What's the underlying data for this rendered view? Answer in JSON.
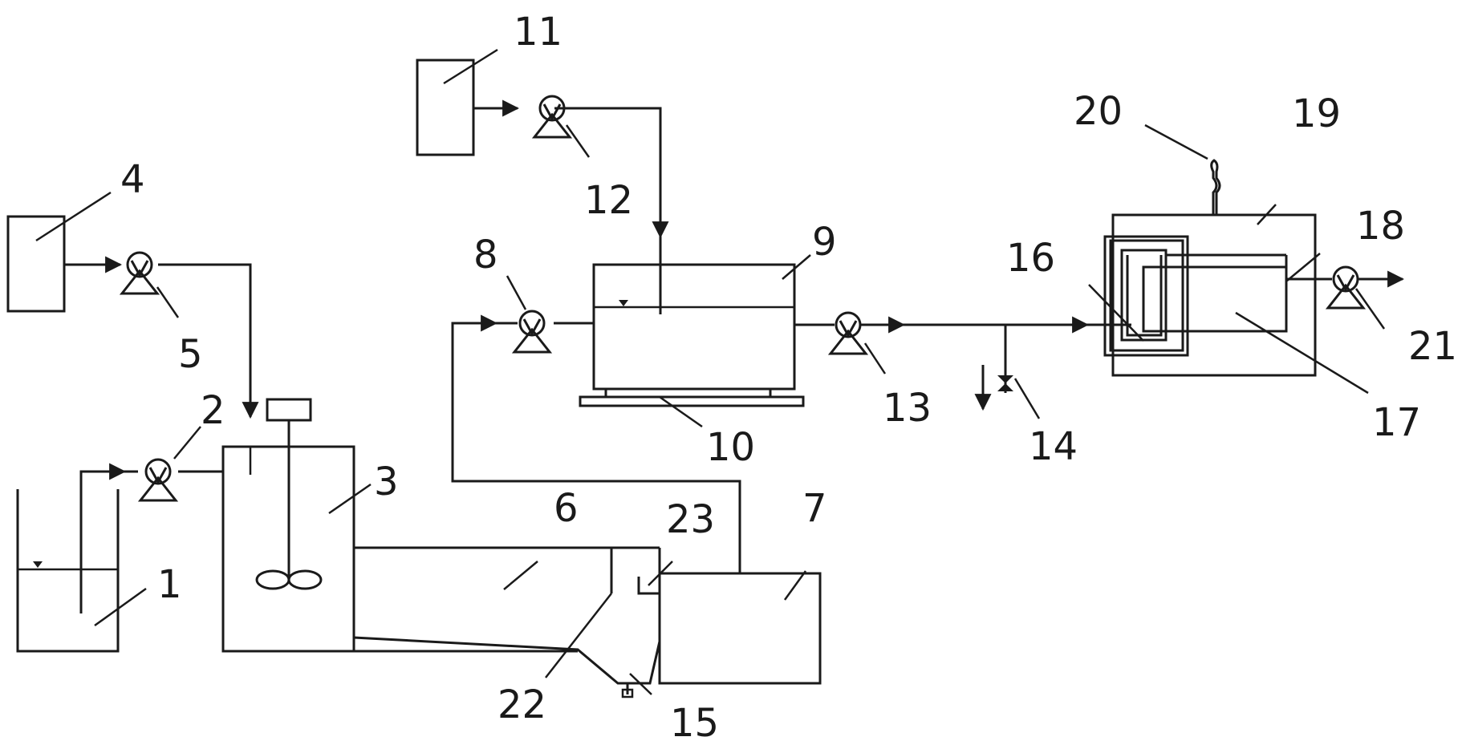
{
  "labels": {
    "n1": "1",
    "n2": "2",
    "n3": "3",
    "n4": "4",
    "n5": "5",
    "n6": "6",
    "n7": "7",
    "n8": "8",
    "n9": "9",
    "n10": "10",
    "n11": "11",
    "n12": "12",
    "n13": "13",
    "n14": "14",
    "n15": "15",
    "n16": "16",
    "n17": "17",
    "n18": "18",
    "n19": "19",
    "n20": "20",
    "n21": "21",
    "n22": "22",
    "n23": "23"
  },
  "icons": {
    "pump": "pump-icon",
    "valve": "valve-icon",
    "stirrer": "stirrer-icon",
    "flow_arrow": "arrow-icon"
  },
  "colors": {
    "stroke": "#1a1a1a",
    "background": "#ffffff"
  }
}
